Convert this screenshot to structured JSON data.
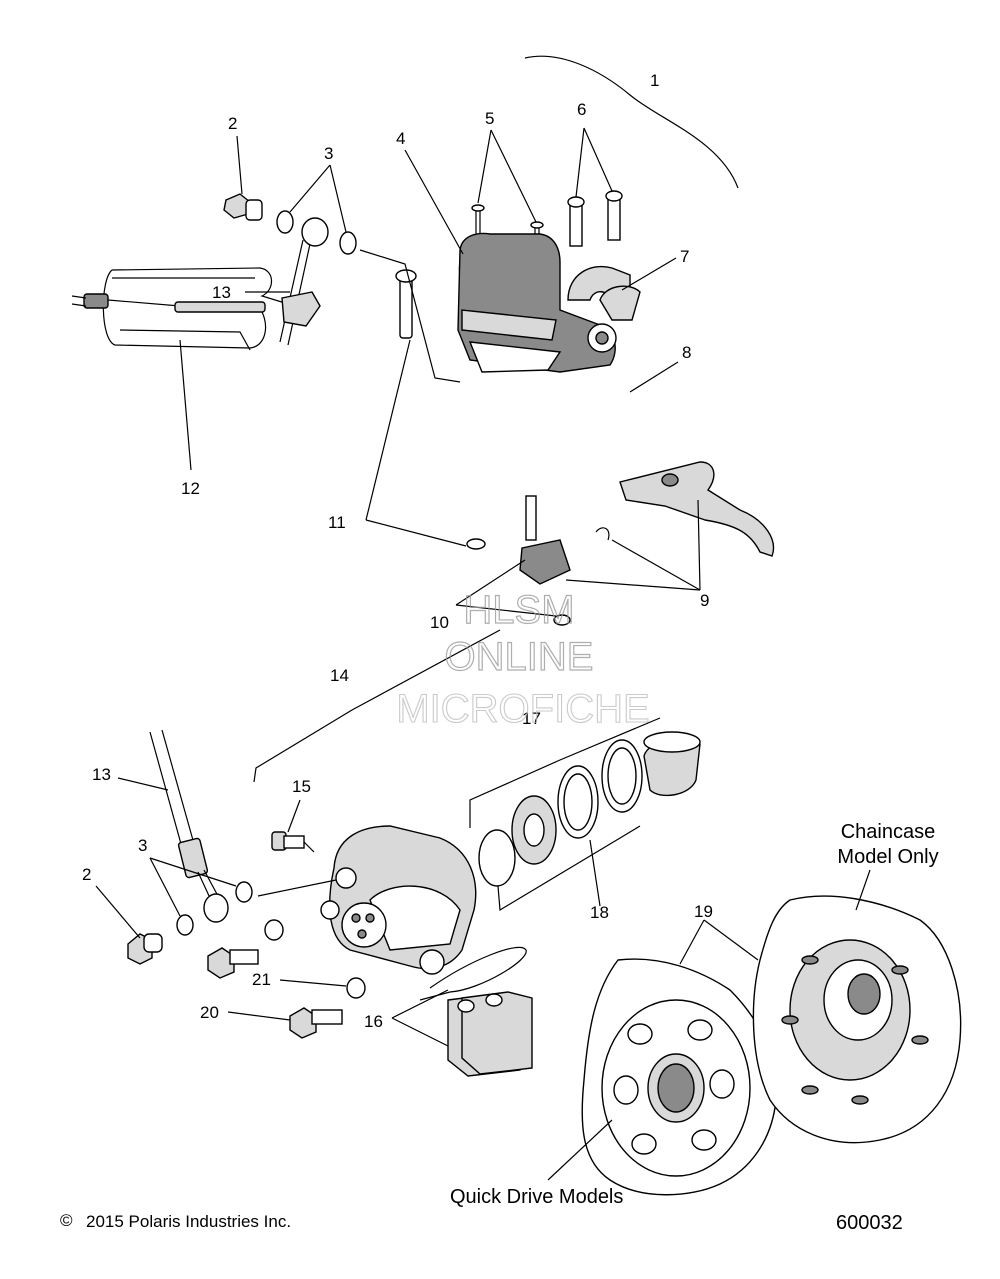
{
  "callouts": {
    "c1": "1",
    "c2a": "2",
    "c3a": "3",
    "c4": "4",
    "c5": "5",
    "c6": "6",
    "c7": "7",
    "c8": "8",
    "c9": "9",
    "c10": "10",
    "c11": "11",
    "c12": "12",
    "c13a": "13",
    "c13b": "13",
    "c14": "14",
    "c15": "15",
    "c16": "16",
    "c17": "17",
    "c18": "18",
    "c19": "19",
    "c20": "20",
    "c21": "21",
    "c2b": "2",
    "c3b": "3"
  },
  "notes": {
    "chaincase_line1": "Chaincase",
    "chaincase_line2": "Model Only",
    "quick_drive": "Quick Drive Models"
  },
  "watermark": {
    "line1": "HLSM",
    "line2": "ONLINE",
    "line3": "MICROFICHE"
  },
  "footer": {
    "copyright_symbol": "©",
    "copyright": "2015 Polaris Industries Inc.",
    "figure_number": "600032"
  }
}
